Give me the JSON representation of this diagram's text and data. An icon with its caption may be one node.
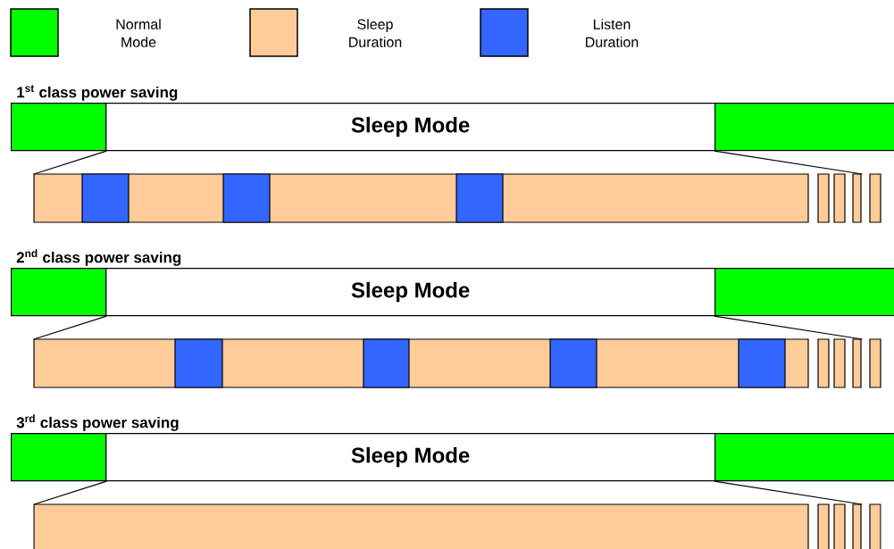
{
  "diagram": {
    "nodes": [
      {
        "text": [
          "1$^{st}$ class power saving",
          "Sleep Mode"
        ]
      },
      {
        "text": [],
        "shape": "box"
      },
      {
        "text": [],
        "shape": "box"
      },
      {
        "text": [],
        "shape": "bar"
      },
      {
        "text": [
          "2$^{nd}$ class power saving",
          "Sleep Mode"
        ]
      },
      {
        "text": [],
        "shape": "box"
      },
      {
        "text": [],
        "shape": "box"
      },
      {
        "text": [],
        "shape": "bar"
      },
      {
        "text": [
          "3$^{rd}$ class power saving",
          "Sleep Mode"
        ]
      },
      {
        "text": [],
        "shape": "box"
      },
      {
        "text": [],
        "shape": "box"
      },
      {
        "text": [],
        "shape": "bar"
      }
    ],
    "edges": [
      {
        "from": 1,
        "to": 3,
        "arrow": "none"
      },
      {
        "from": 2,
        "to": 3,
        "arrow": "none"
      },
      {
        "from": 5,
        "to": 7,
        "arrow": "none"
      },
      {
        "from": 6,
        "to": 7,
        "arrow": "none"
      },
      {
        "from": 9,
        "to": 11,
        "arrow": "none"
      },
      {
        "from": 10,
        "to": 11,
        "arrow": "none"
      }
    ],
    "legend": [
      {
        "text": "Normal Mode",
        "color": "#00ff00"
      },
      {
        "text": "Sleep Duration",
        "color": "#ffcc99"
      },
      {
        "text": "Listen Duration",
        "color": "#3366ff"
      }
    ]
  }
}
